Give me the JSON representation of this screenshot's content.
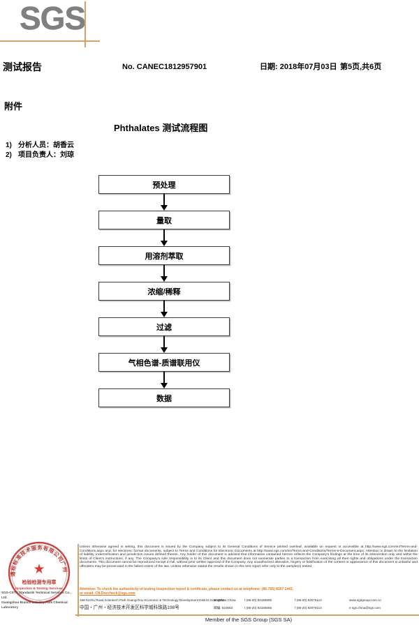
{
  "header": {
    "logo_text": "SGS",
    "report_title": "测试报告",
    "report_no": "No. CANEC1812957901",
    "date": "日期: 2018年07月03日",
    "page": "第5页,共6页"
  },
  "body": {
    "attachment_label": "附件",
    "flow_title": "Phthalates 测试流程图",
    "personnel": [
      {
        "index": "1)",
        "text": "分析人员：胡香云"
      },
      {
        "index": "2)",
        "text": "项目负责人：刘琼"
      }
    ]
  },
  "flowchart": {
    "steps": [
      {
        "label": "预处理"
      },
      {
        "label": "量取"
      },
      {
        "label": "用溶剂萃取"
      },
      {
        "label": "浓缩/稀释"
      },
      {
        "label": "过滤"
      },
      {
        "label": "气相色谱-质谱联用仪"
      },
      {
        "label": "数据"
      }
    ]
  },
  "footer": {
    "seal": {
      "outer_text_cn": "SGS通标标准技术服务有限公司广州分公司",
      "center_line1": "检验检测专用章",
      "center_line2": "Inspection & Testing Services",
      "caption_line1": "SGS-CSTC Standards Technical Services Co., Ltd.",
      "caption_line2": "Guangzhou Branch Industry Park Chemical Laboratory",
      "star": "★",
      "color": "#c32a23"
    },
    "disclaimer": "Unless otherwise agreed in writing, this document is issued by the Company subject to its General Conditions of Service printed overleaf, available on request or accessible at http://www.sgs.com/en/Terms-and-Conditions.aspx and, for electronic format documents, subject to Terms and Conditions for Electronic Documents at http://www.sgs.com/en/Terms-and-Conditions/Terms-e-Document.aspx. Attention is drawn to the limitation of liability, indemnification and jurisdiction issues defined therein. Any holder of this document is advised that information contained hereon reflects the Company's findings at the time of its intervention only and within the limits of Client's instructions, if any. The Company's sole responsibility is to its Client and this document does not exonerate parties to a transaction from exercising all their rights and obligations under the transaction documents. This document cannot be reproduced except in full, without prior written approval of the Company. Any unauthorized alteration, forgery or falsification of the content or appearance of this document is unlawful and offenders may be prosecuted to the fullest extent of the law. Unless otherwise stated the results shown in this test report refer only to the sample(s) tested .",
    "attention_line1": "Attention: To check the authenticity of testing /inspection report & certificate, please contact us at telephone: (86-755) 8307 1443,",
    "attention_line2": "or email: CN.Doccheck@sgs.com",
    "address_en": {
      "main": "198 Kezhu Road,Scientech Park Guangzhou Economic & Technology Development District,Guangzhou,China",
      "zip": "510663",
      "tel": "t (86-20) 82155555",
      "fax": "f (86-20) 82075113",
      "web": "www.sgsgroup.com.cn"
    },
    "address_cn": {
      "main": "中国・广州・经济技术开发区科学城科珠路198号",
      "zip": "邮编: 510663",
      "tel": "t (86-20) 82155555",
      "fax": "f (86-20) 82075113",
      "web": "e sgs.china@sgs.com"
    },
    "member_line": "Member of the SGS Group (SGS SA)"
  }
}
